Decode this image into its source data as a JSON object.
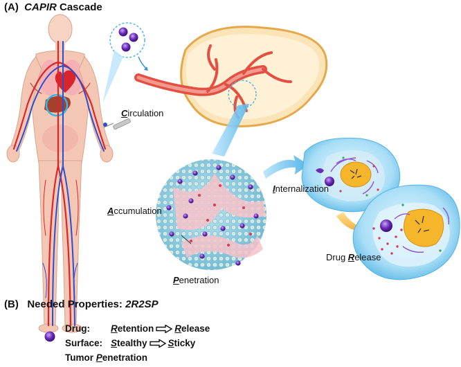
{
  "panelA": {
    "letter": "(A)",
    "title_italic": "CAPIR",
    "title_rest": " Cascade"
  },
  "stages": {
    "circulation": {
      "first": "C",
      "rest": "irculation"
    },
    "accumulation": {
      "first": "A",
      "rest": "ccumulation"
    },
    "penetration": {
      "first": "P",
      "rest": "enetration"
    },
    "internalization": {
      "first": "I",
      "rest": "nternalization"
    },
    "release": {
      "prefix": "Drug ",
      "first": "R",
      "rest": "elease"
    }
  },
  "panelB": {
    "letter": "(B)",
    "title_text": "Needed Properties: ",
    "title_italic": "2R2SP",
    "rows": [
      {
        "label": "Drug:",
        "from_first": "R",
        "from_rest": "etention",
        "to_first": "R",
        "to_rest": "elease"
      },
      {
        "label": "Surface:",
        "from_first": "S",
        "from_rest": "tealthy",
        "to_first": "S",
        "to_rest": "ticky"
      }
    ],
    "last_row": {
      "prefix": "Tumor ",
      "first": "P",
      "rest": "enetration"
    }
  },
  "colors": {
    "drug_purple": "#6a2bb5",
    "cell_blue": "#8fd0f0",
    "tumor_tan": "#f2cf8e",
    "vessel_red": "#e24a3f",
    "arrow_blue": "#6ec3ec",
    "arrow_orange": "#f5b335"
  }
}
